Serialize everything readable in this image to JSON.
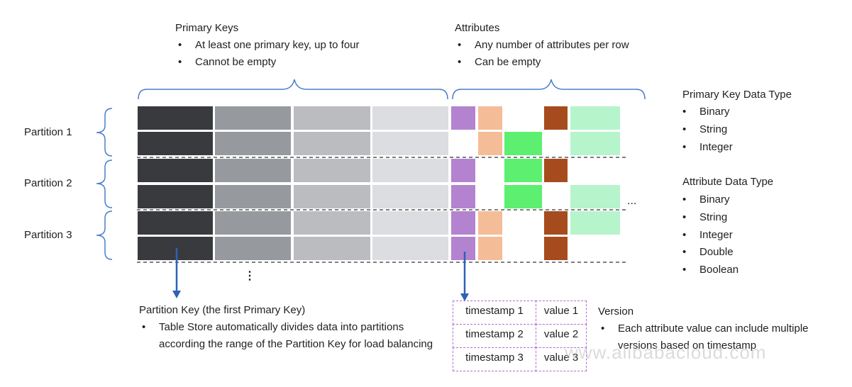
{
  "primary_keys": {
    "title": "Primary Keys",
    "bullets": [
      "At least one primary key, up to four",
      "Cannot be empty"
    ]
  },
  "attributes": {
    "title": "Attributes",
    "bullets": [
      "Any number of attributes per row",
      "Can be empty"
    ]
  },
  "pk_types": {
    "title": "Primary Key Data Type",
    "items": [
      "Binary",
      "String",
      "Integer"
    ]
  },
  "attr_types": {
    "title": "Attribute Data Type",
    "items": [
      "Binary",
      "String",
      "Integer",
      "Double",
      "Boolean"
    ]
  },
  "partitions": [
    "Partition 1",
    "Partition 2",
    "Partition 3"
  ],
  "ellipsis_right": "...",
  "ellipsis_below": "⋮",
  "partition_key": {
    "title": "Partition Key (the first Primary Key)",
    "bullet": "Table Store automatically divides data into partitions according the range of the Partition Key for load balancing"
  },
  "version_table": {
    "rows": [
      {
        "timestamp": "timestamp 1",
        "value": "value 1"
      },
      {
        "timestamp": "timestamp 2",
        "value": "value 2"
      },
      {
        "timestamp": "timestamp 3",
        "value": "value 3"
      }
    ]
  },
  "version": {
    "title": "Version",
    "bullet": "Each attribute value can include multiple versions based on timestamp"
  },
  "watermark": "www.alibabacloud.com",
  "colors": {
    "pk1": "#383a3e",
    "pk2": "#96999e",
    "pk3": "#babcc0",
    "pk4": "#dcdde0",
    "purple": "#b383d0",
    "peach": "#f5bd97",
    "green": "#5cef70",
    "brown": "#a64b1e",
    "mint": "#b6f4cc",
    "brace": "#4a7ecb",
    "arrow": "#2e61b8"
  }
}
